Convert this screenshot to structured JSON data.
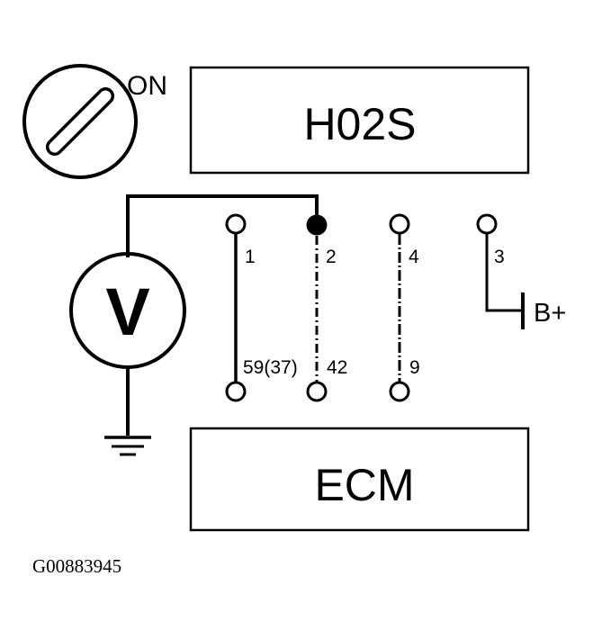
{
  "diagram": {
    "ignition_label": "ON",
    "sensor_box_label": "H02S",
    "ecm_box_label": "ECM",
    "meter_label": "V",
    "battery_label": "B+",
    "figure_code": "G00883945",
    "sensor_pins": [
      "1",
      "2",
      "4",
      "3"
    ],
    "ecm_pins": [
      "59(37)",
      "42",
      "9"
    ]
  }
}
